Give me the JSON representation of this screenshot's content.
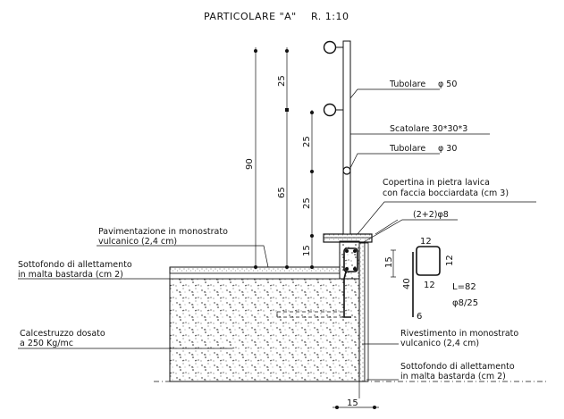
{
  "title": "PARTICOLARE \"A\"",
  "scale": "R. 1:10",
  "labels": {
    "tubolare_50": "Tubolare",
    "tubolare_50_size": "φ 50",
    "scatolare": "Scatolare 30*30*3",
    "tubolare_30": "Tubolare",
    "tubolare_30_size": "φ 30",
    "copertina_1": "Copertina in pietra lavica",
    "copertina_2": "con faccia bocciardata (cm 3)",
    "rebar": "(2+2)φ8",
    "pavimentazione_1": "Pavimentazione in monostrato",
    "pavimentazione_2": "vulcanico (2,4 cm)",
    "sottofondo_left_1": "Sottofondo di allettamento",
    "sottofondo_left_2": "in malta bastarda (cm 2)",
    "calcestruzzo_1": "Calcestruzzo dosato",
    "calcestruzzo_2": "a 250 Kg/mc",
    "rivestimento_1": "Rivestimento in monostrato",
    "rivestimento_2": "vulcanico (2,4 cm)",
    "sottofondo_right_1": "Sottofondo di allettamento",
    "sottofondo_right_2": "in malta bastarda (cm 2)"
  },
  "dimensions": {
    "d90": "90",
    "d25_top": "25",
    "d65": "65",
    "d25_mid": "25",
    "d25_low": "25",
    "d15_left": "15",
    "d15_bottom": "15",
    "stirrup_top": "12",
    "stirrup_right": "12",
    "stirrup_inner": "12",
    "stirrup_height": "15",
    "stirrup_leg": "40",
    "stirrup_hook": "6",
    "length": "L=82",
    "stirrup_spec": "φ8/25"
  }
}
